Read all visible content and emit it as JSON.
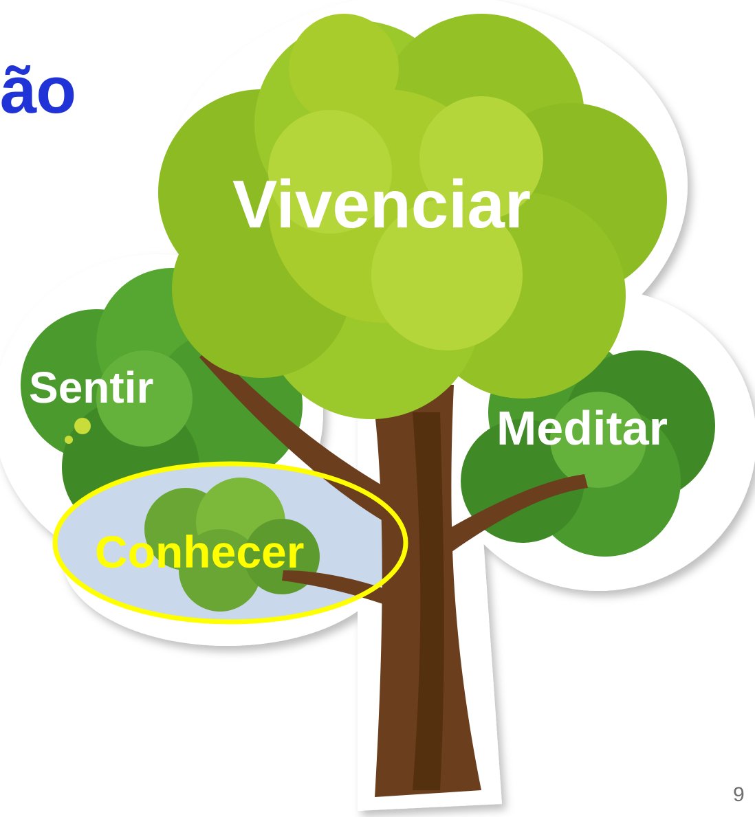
{
  "slide": {
    "title_fragment": "ão",
    "labels": {
      "top": "Vivenciar",
      "left": "Sentir",
      "right": "Meditar",
      "highlighted": "Conhecer"
    },
    "page_number": "9"
  },
  "colors": {
    "title": "#1f33d6",
    "label": "#ffffff",
    "highlight": "#ffff00",
    "highlight_fill": "#c9d8ea",
    "trunk": "#6b3e1e",
    "foliage_light": "#a7cc2c",
    "foliage_dark": "#4e9a2e"
  }
}
